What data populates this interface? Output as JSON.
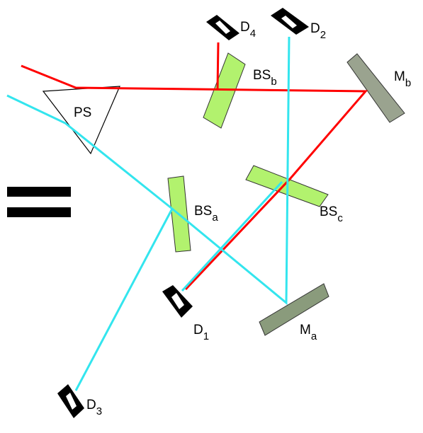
{
  "colors": {
    "red_beam": "#ff0000",
    "cyan_beam": "#33e5ee",
    "beam_splitter_fill": "#b2f26e",
    "mirror_fill": "#9aa38f",
    "mirror_a_fill": "#8a9b7c",
    "detector": "#111111",
    "equals_bars": "#000000"
  },
  "labels": {
    "ps": "PS",
    "bs_a": {
      "main": "BS",
      "sub": "a"
    },
    "bs_b": {
      "main": "BS",
      "sub": "b"
    },
    "bs_c": {
      "main": "BS",
      "sub": "c"
    },
    "m_a": {
      "main": "M",
      "sub": "a"
    },
    "m_b": {
      "main": "M",
      "sub": "b"
    },
    "d1": {
      "main": "D",
      "sub": "1"
    },
    "d2": {
      "main": "D",
      "sub": "2"
    },
    "d3": {
      "main": "D",
      "sub": "3"
    },
    "d4": {
      "main": "D",
      "sub": "4"
    }
  }
}
